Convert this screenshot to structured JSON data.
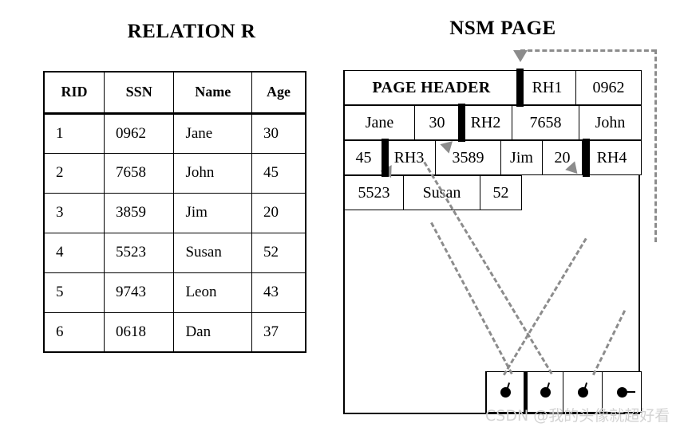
{
  "relation": {
    "title": "RELATION R",
    "columns": [
      "RID",
      "SSN",
      "Name",
      "Age"
    ],
    "rows": [
      [
        "1",
        "0962",
        "Jane",
        "30"
      ],
      [
        "2",
        "7658",
        "John",
        "45"
      ],
      [
        "3",
        "3859",
        "Jim",
        "20"
      ],
      [
        "4",
        "5523",
        "Susan",
        "52"
      ],
      [
        "5",
        "9743",
        "Leon",
        "43"
      ],
      [
        "6",
        "0618",
        "Dan",
        "37"
      ]
    ]
  },
  "nsm": {
    "title": "NSM PAGE",
    "page_header_label": "PAGE HEADER",
    "rows": [
      {
        "cells": [
          "PAGE HEADER",
          "RH1",
          "0962"
        ]
      },
      {
        "cells": [
          "Jane",
          "30",
          "RH2",
          "7658",
          "John"
        ]
      },
      {
        "cells": [
          "45",
          "RH3",
          "3589",
          "Jim",
          "20",
          "RH4"
        ]
      },
      {
        "cells": [
          "5523",
          "Susan",
          "52"
        ]
      }
    ],
    "slot_directory": {
      "slots": [
        "slot-pointer-1",
        "slot-pointer-2",
        "slot-pointer-3",
        "slot-pointer-4"
      ]
    }
  },
  "colors": {
    "ink": "#000000",
    "dashed_arrow": "#8c8c8c",
    "watermark": "#d2d2d2"
  },
  "watermark": "CSDN @我的头像就超好看"
}
